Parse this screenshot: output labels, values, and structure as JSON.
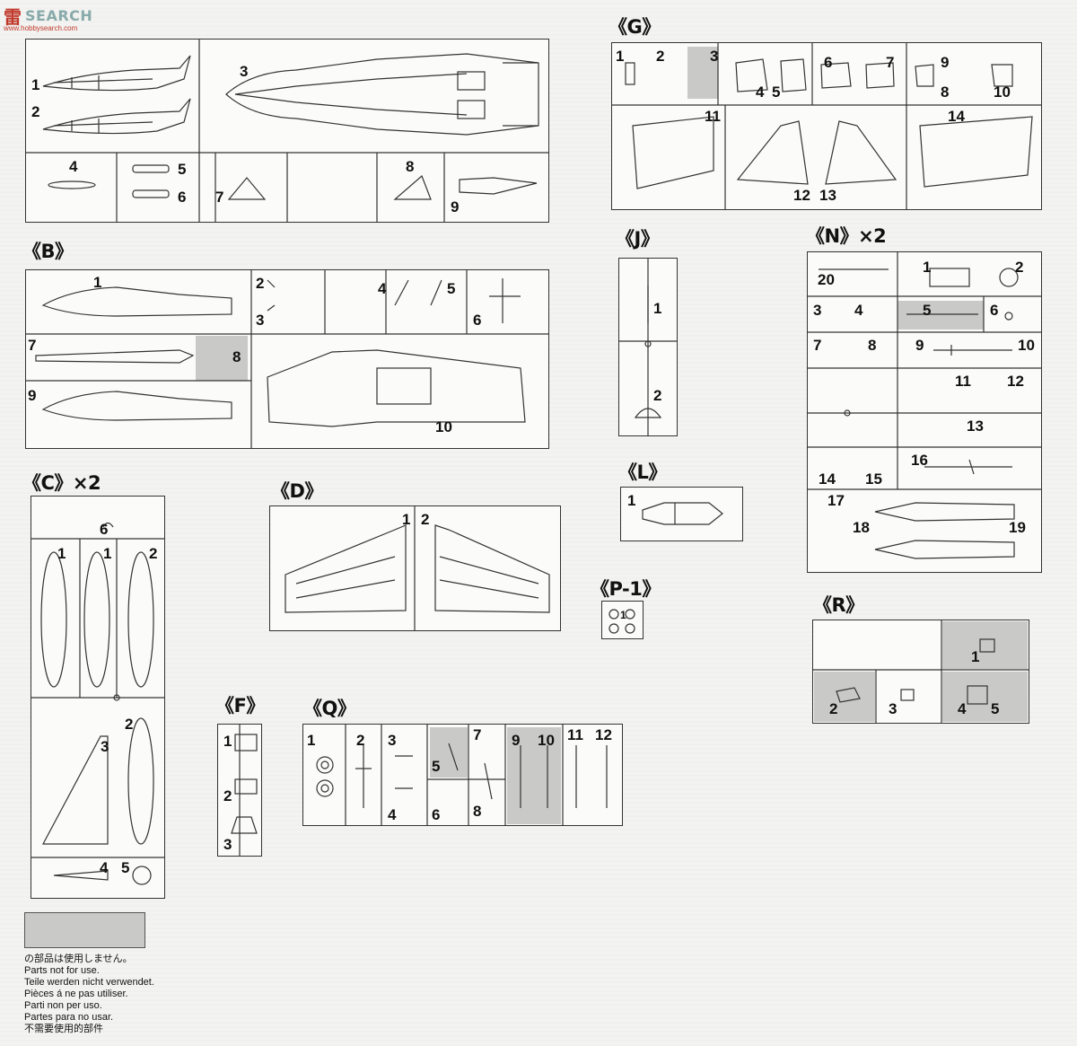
{
  "watermark": {
    "mark": "雷",
    "text": "SEARCH",
    "url": "www.hobbysearch.com"
  },
  "sprue_titles": {
    "A": "",
    "B": "《B》",
    "C": "《C》×2",
    "D": "《D》",
    "F": "《F》",
    "G": "《G》",
    "J": "《J》",
    "L": "《L》",
    "N": "《N》×2",
    "P": "《P-1》",
    "Q": "《Q》",
    "R": "《R》"
  },
  "part_numbers": {
    "A": [
      "1",
      "2",
      "3",
      "4",
      "5",
      "6",
      "7",
      "8",
      "9"
    ],
    "B": [
      "1",
      "2",
      "3",
      "4",
      "5",
      "6",
      "7",
      "8",
      "9",
      "10"
    ],
    "C": [
      "6",
      "1",
      "1",
      "2",
      "2",
      "3",
      "4",
      "5"
    ],
    "D": [
      "1",
      "2"
    ],
    "F": [
      "1",
      "2",
      "3"
    ],
    "G": [
      "1",
      "2",
      "3",
      "4",
      "5",
      "6",
      "7",
      "8",
      "9",
      "10",
      "11",
      "12",
      "13",
      "14"
    ],
    "J": [
      "1",
      "2"
    ],
    "L": [
      "1"
    ],
    "N": [
      "20",
      "1",
      "2",
      "3",
      "4",
      "5",
      "6",
      "7",
      "8",
      "9",
      "10",
      "11",
      "12",
      "13",
      "14",
      "15",
      "16",
      "17",
      "18",
      "19"
    ],
    "P": [
      "1"
    ],
    "Q": [
      "1",
      "2",
      "3",
      "4",
      "5",
      "6",
      "7",
      "8",
      "9",
      "10",
      "11",
      "12"
    ],
    "R": [
      "1",
      "2",
      "3",
      "4",
      "5"
    ]
  },
  "legend": {
    "swatch_color": "#c9c9c7",
    "lines": [
      "の部品は使用しません。",
      "Parts not for use.",
      "Teile werden nicht verwendet.",
      "Pièces á ne pas utiliser.",
      "Parti non per uso.",
      "Partes para no usar.",
      "不需要使用的部件"
    ]
  }
}
